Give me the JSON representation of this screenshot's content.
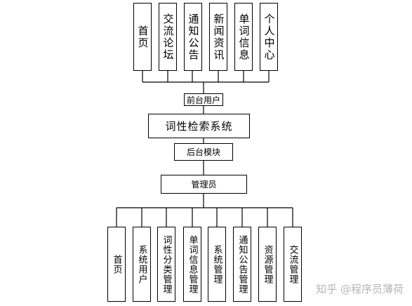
{
  "top_modules": [
    "首页",
    "交流论坛",
    "通知公告",
    "新闻资讯",
    "单词信息",
    "个人中心"
  ],
  "frontend_user": "前台用户",
  "system_name": "词性检索系统",
  "backend_module": "后台模块",
  "admin": "管理员",
  "bottom_modules": [
    "首页",
    "系统用户",
    "词性分类管理",
    "单词信息管理",
    "系统管理",
    "通知公告管理",
    "资源管理",
    "交流管理"
  ],
  "watermark": "知乎 @程序员薄荷"
}
